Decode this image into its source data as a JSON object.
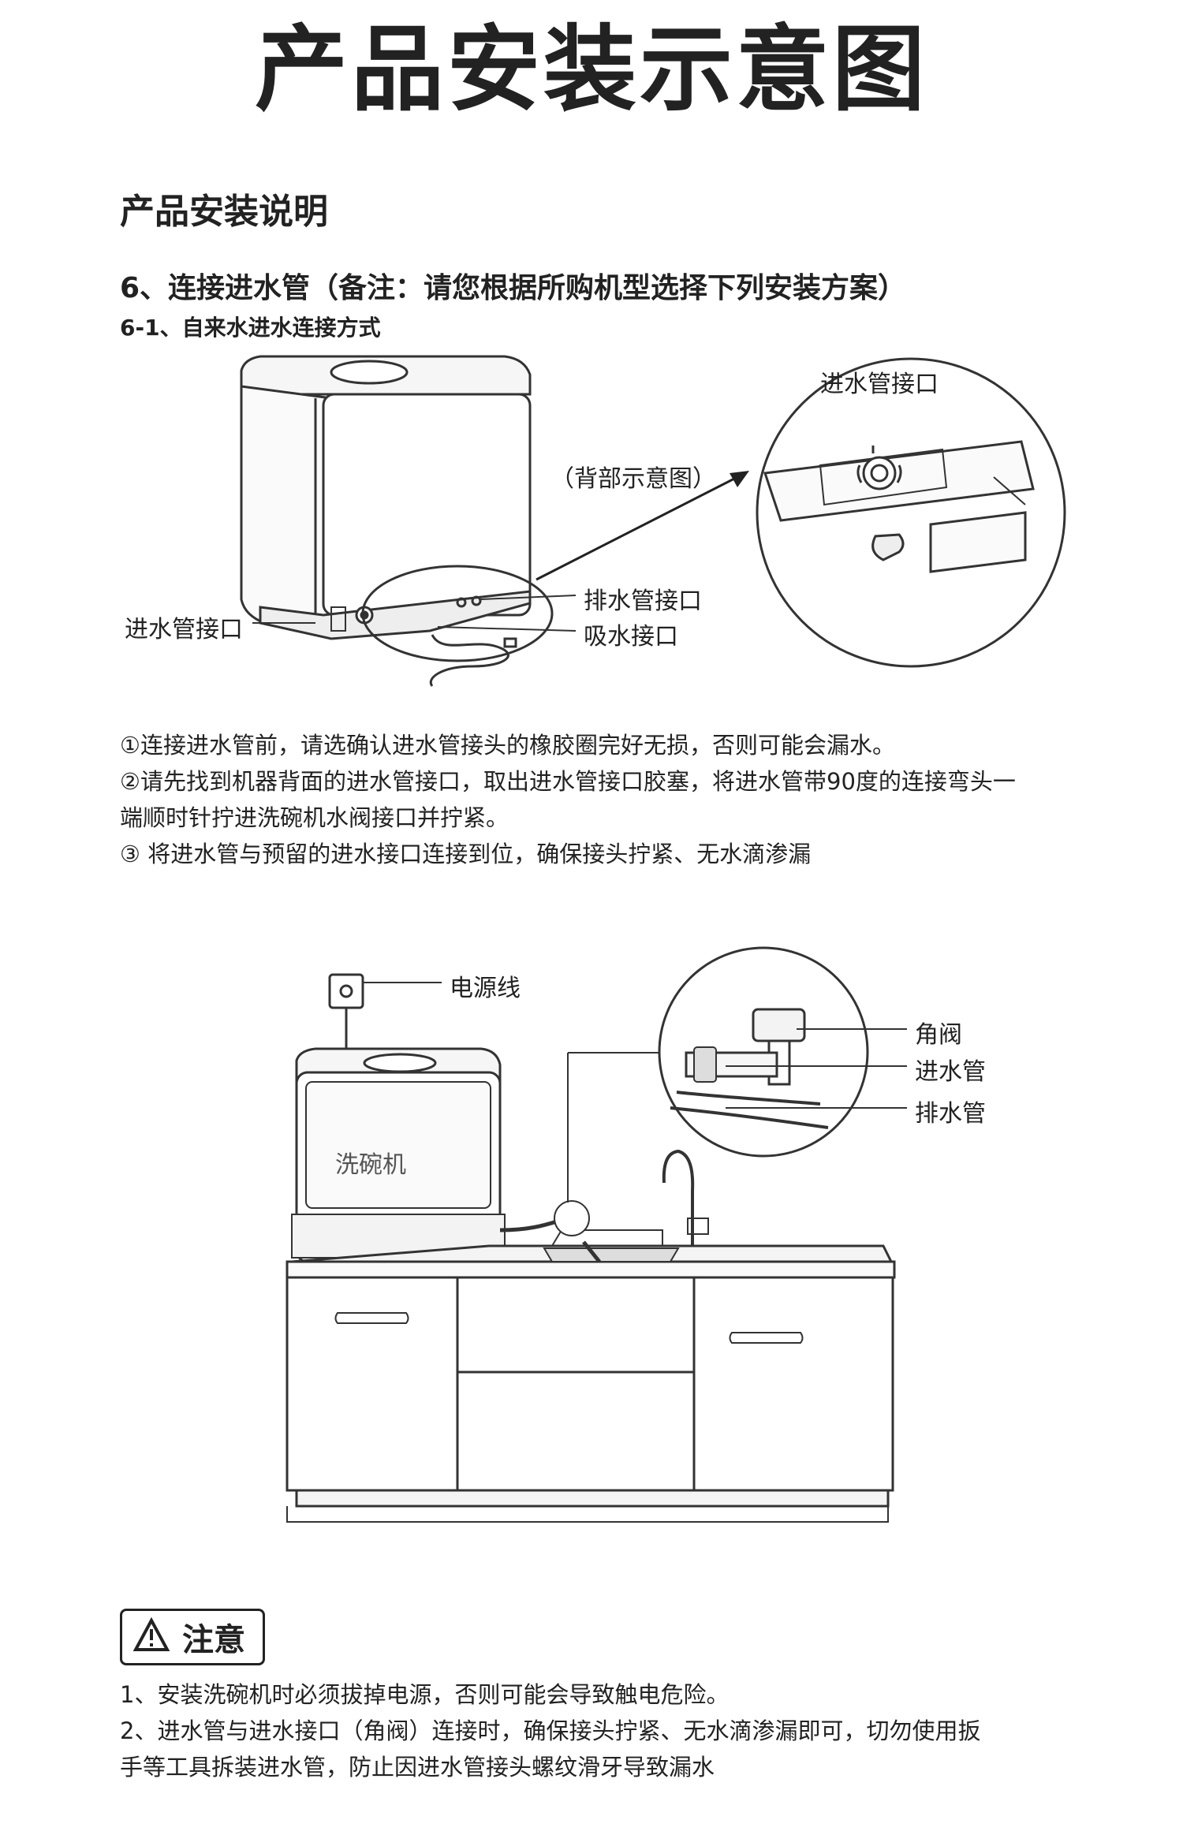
{
  "title": "产品安装示意图",
  "section_heading": "产品安装说明",
  "step_heading": "6、连接进水管（备注：请您根据所购机型选择下列安装方案）",
  "sub_heading": "6-1、自来水进水连接方式",
  "diagram1": {
    "inlet_label_right": "进水管接口",
    "back_view_label": "（背部示意图）",
    "inlet_label_left": "进水管接口",
    "drain_label": "排水管接口",
    "suction_label": "吸水接口"
  },
  "instructions": [
    "①连接进水管前，请选确认进水管接头的橡胶圈完好无损，否则可能会漏水。",
    "②请先找到机器背面的进水管接口，取出进水管接口胶塞，将进水管带90度的连接弯头一",
    "端顺时针拧进洗碗机水阀接口并拧紧。",
    "③ 将进水管与预留的进水接口连接到位，确保接头拧紧、无水滴渗漏"
  ],
  "diagram2": {
    "power_cord_label": "电源线",
    "dishwasher_label": "洗碗机",
    "angle_valve_label": "角阀",
    "inlet_hose_label": "进水管",
    "drain_hose_label": "排水管"
  },
  "warning": {
    "title": "注意",
    "icon": "warning-triangle-icon",
    "lines": [
      "1、安装洗碗机时必须拔掉电源，否则可能会导致触电危险。",
      "2、进水管与进水接口（角阀）连接时，确保接头拧紧、无水滴渗漏即可，切勿使用扳",
      "手等工具拆装进水管，防止因进水管接头螺纹滑牙导致漏水"
    ]
  }
}
